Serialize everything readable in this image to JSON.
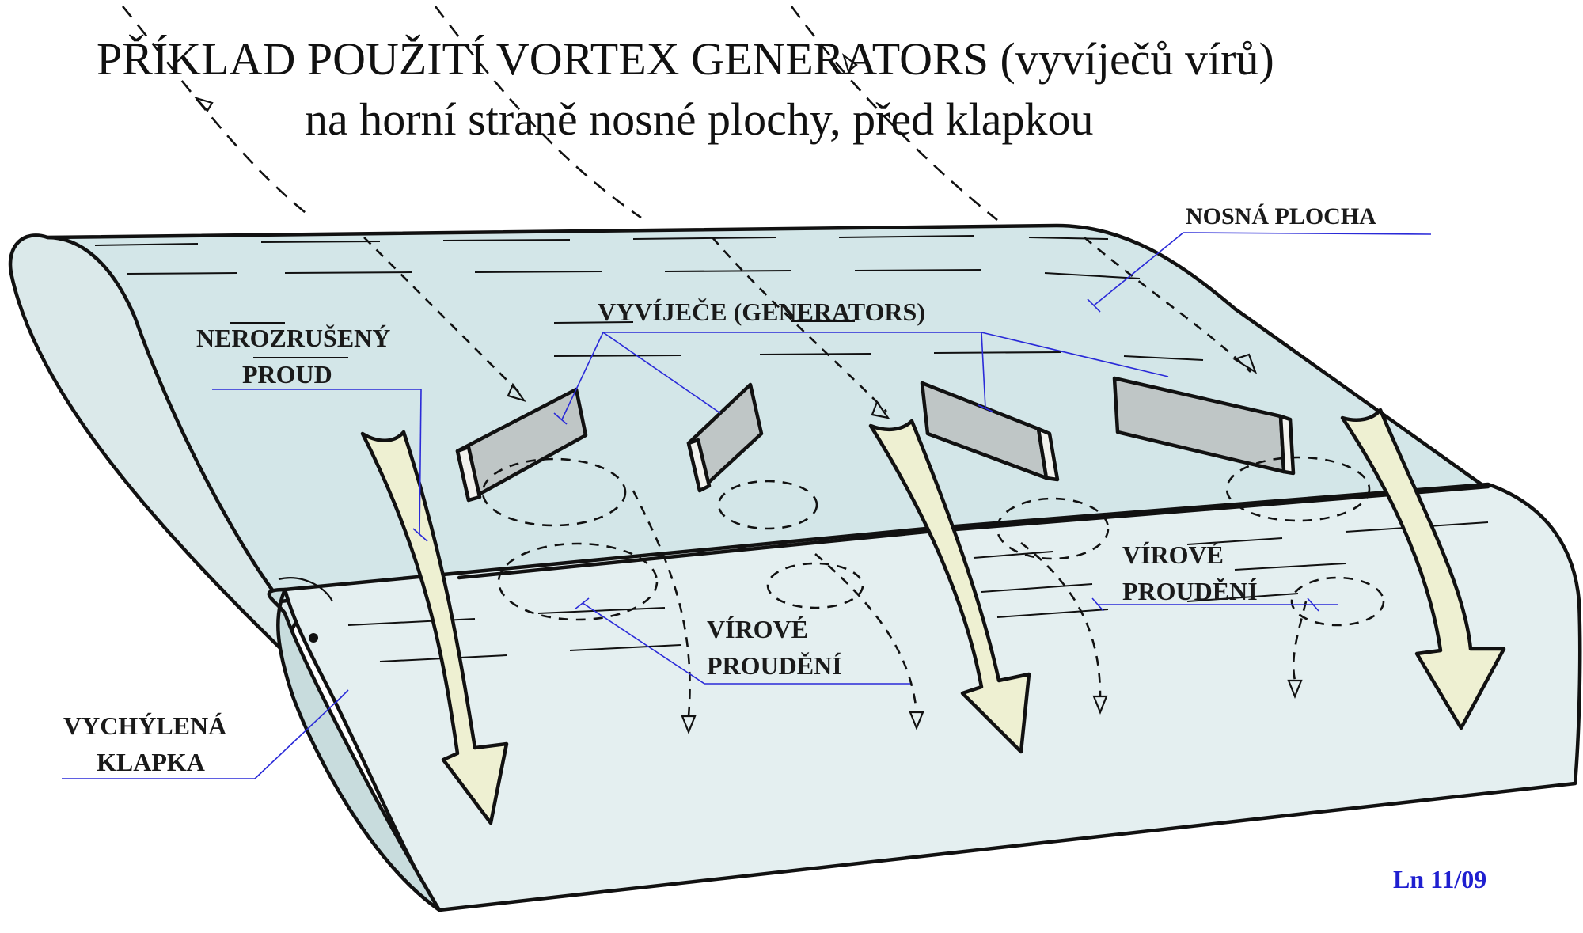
{
  "title": {
    "line1": "PŘÍKLAD  POUŽITÍ  VORTEX  GENERATORS (vyvíječů vírů)",
    "line2": "na horní straně nosné plochy, před klapkou"
  },
  "labels": {
    "wing": "NOSNÁ  PLOCHA",
    "generators": "VYVÍJEČE (GENERATORS)",
    "undisturbed_line1": "NEROZRUŠENÝ",
    "undisturbed_line2": "PROUD",
    "vortex_left_line1": "VÍROVÉ",
    "vortex_left_line2": "PROUDĚNÍ",
    "vortex_right_line1": "VÍROVÉ",
    "vortex_right_line2": "PROUDĚNÍ",
    "flap_line1": "VYCHÝLENÁ",
    "flap_line2": "KLAPKA"
  },
  "signature": "Ln 11/09",
  "colors": {
    "wing_surface": "#d3e6e8",
    "flap_surface": "#e4eff0",
    "wing_side": "#dbe9ea",
    "generator_face": "#bfc6c6",
    "generator_edge": "#f2f2ee",
    "flow_arrow": "#eef0d2",
    "leader_line": "#2a2ad8",
    "signature": "#1f1fd0"
  }
}
